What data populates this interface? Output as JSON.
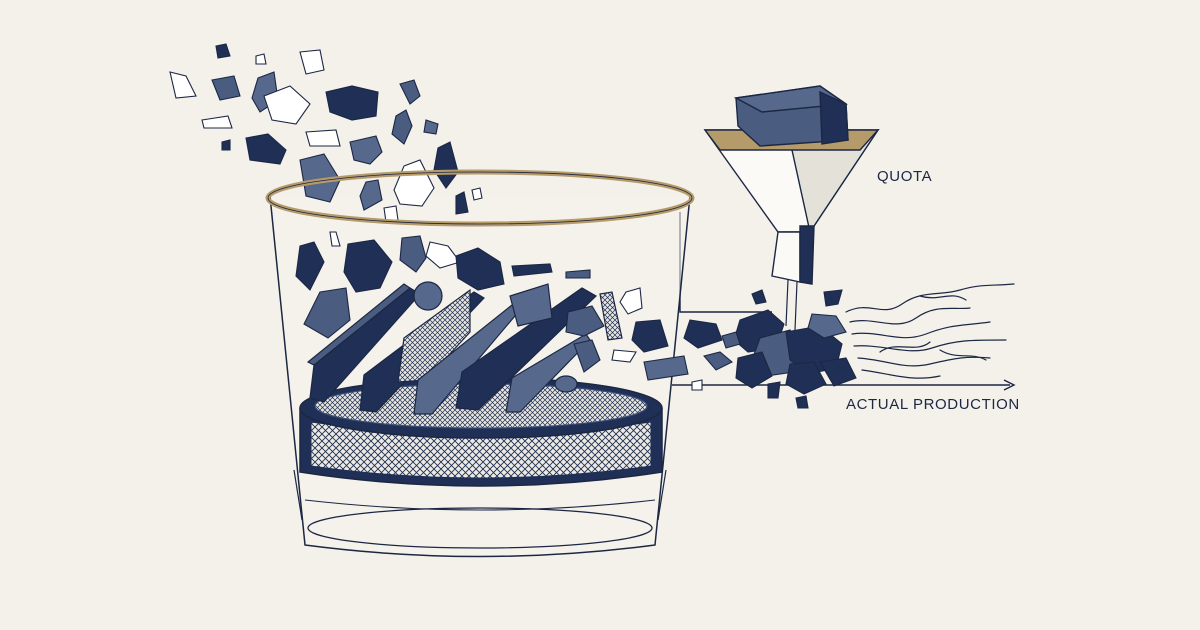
{
  "labels": {
    "quota": "QUOTA",
    "actual_production": "ACTUAL PRODUCTION"
  },
  "colors": {
    "background": "#f3f1ea",
    "ink": "#1c2744",
    "navy": "#1f2f55",
    "slate": "#4a5d80",
    "steel": "#56698c",
    "gold_rim": "#b59a6a",
    "white_chip": "#ffffff"
  },
  "icons": [
    "falling-fragments",
    "sorting-bin",
    "angled-blades",
    "mesh-sieve",
    "quota-funnel",
    "quota-block",
    "crushed-debris",
    "scribble-stream",
    "flow-arrow"
  ]
}
